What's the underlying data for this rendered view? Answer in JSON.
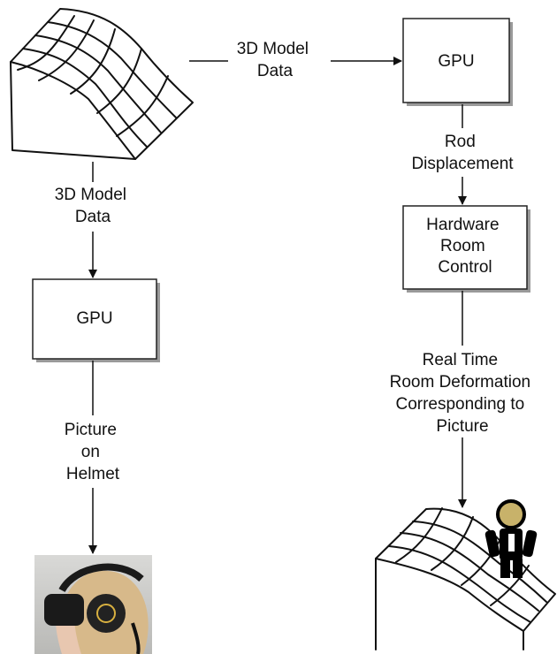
{
  "nodes": {
    "gpu_left": {
      "label": "GPU"
    },
    "gpu_right": {
      "label": "GPU"
    },
    "hardware_room_control": {
      "lines": [
        "Hardware",
        "Room",
        "Control"
      ]
    }
  },
  "edges": {
    "model_to_gpu_right": {
      "lines": [
        "3D Model",
        "Data"
      ]
    },
    "model_to_gpu_left": {
      "lines": [
        "3D Model",
        "Data"
      ]
    },
    "gpu_to_helmet": {
      "lines": [
        "Picture",
        "on",
        "Helmet"
      ]
    },
    "gpu_to_hardware": {
      "lines": [
        "Rod",
        "Displacement"
      ]
    },
    "hardware_to_room": {
      "lines": [
        "Real Time",
        "Room Deformation",
        "Corresponding to",
        "Picture"
      ]
    }
  },
  "images": {
    "terrain_model": "3d-terrain-wireframe",
    "helmet_photo": "person-wearing-vr-helmet",
    "deformed_room": "deformed-room-wireframe",
    "person_figure": "person-figure"
  },
  "colors": {
    "box_fill": "#ffffff",
    "box_stroke": "#222222",
    "shadow": "#9a9a9a",
    "line": "#111111",
    "figure_fill": "#000000",
    "figure_head": "#c8b26a"
  }
}
